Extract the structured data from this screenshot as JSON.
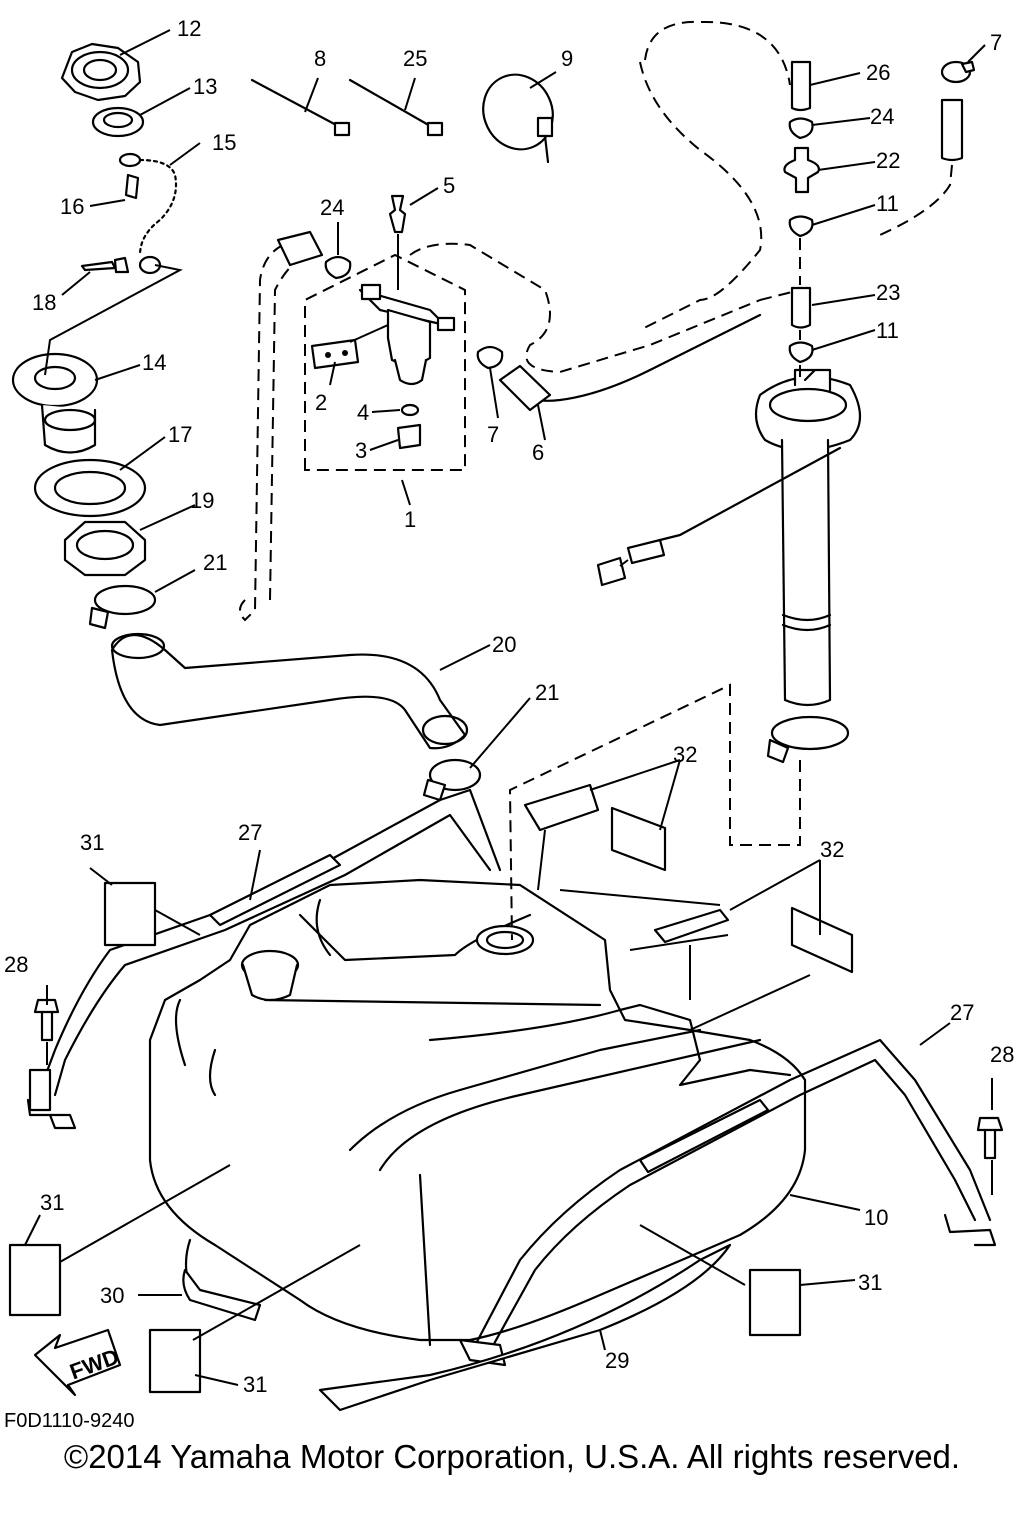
{
  "diagram": {
    "callouts": [
      {
        "id": "c1",
        "text": "1"
      },
      {
        "id": "c2",
        "text": "2"
      },
      {
        "id": "c3",
        "text": "3"
      },
      {
        "id": "c4",
        "text": "4"
      },
      {
        "id": "c5",
        "text": "5"
      },
      {
        "id": "c6",
        "text": "6"
      },
      {
        "id": "c7a",
        "text": "7"
      },
      {
        "id": "c7b",
        "text": "7"
      },
      {
        "id": "c8",
        "text": "8"
      },
      {
        "id": "c9",
        "text": "9"
      },
      {
        "id": "c10",
        "text": "10"
      },
      {
        "id": "c11a",
        "text": "11"
      },
      {
        "id": "c11b",
        "text": "11"
      },
      {
        "id": "c12",
        "text": "12"
      },
      {
        "id": "c13",
        "text": "13"
      },
      {
        "id": "c14",
        "text": "14"
      },
      {
        "id": "c15",
        "text": "15"
      },
      {
        "id": "c16",
        "text": "16"
      },
      {
        "id": "c17",
        "text": "17"
      },
      {
        "id": "c18",
        "text": "18"
      },
      {
        "id": "c19",
        "text": "19"
      },
      {
        "id": "c20",
        "text": "20"
      },
      {
        "id": "c21a",
        "text": "21"
      },
      {
        "id": "c21b",
        "text": "21"
      },
      {
        "id": "c22",
        "text": "22"
      },
      {
        "id": "c23",
        "text": "23"
      },
      {
        "id": "c24a",
        "text": "24"
      },
      {
        "id": "c24b",
        "text": "24"
      },
      {
        "id": "c25",
        "text": "25"
      },
      {
        "id": "c26",
        "text": "26"
      },
      {
        "id": "c27a",
        "text": "27"
      },
      {
        "id": "c27b",
        "text": "27"
      },
      {
        "id": "c28a",
        "text": "28"
      },
      {
        "id": "c28b",
        "text": "28"
      },
      {
        "id": "c29",
        "text": "29"
      },
      {
        "id": "c30",
        "text": "30"
      },
      {
        "id": "c31a",
        "text": "31"
      },
      {
        "id": "c31b",
        "text": "31"
      },
      {
        "id": "c31c",
        "text": "31"
      },
      {
        "id": "c31d",
        "text": "31"
      },
      {
        "id": "c32a",
        "text": "32"
      },
      {
        "id": "c32b",
        "text": "32"
      }
    ],
    "fwd_label": "FWD",
    "drawing_code": "F0D1110-9240"
  },
  "footer": {
    "copyright": "©2014 Yamaha Motor Corporation, U.S.A. All rights reserved."
  }
}
